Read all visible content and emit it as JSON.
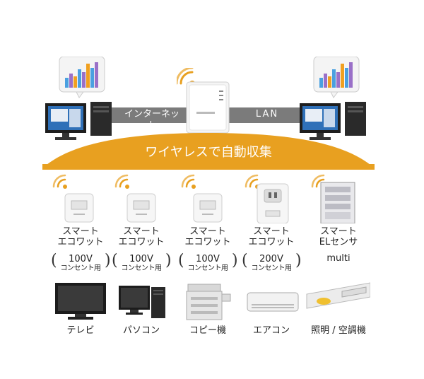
{
  "network": {
    "internet_label": "インターネット",
    "lan_label": "LAN",
    "banner_label": "ワイヤレスで自動収集"
  },
  "colors": {
    "accent_orange": "#e8a020",
    "bar_gray": "#7b7b7b",
    "chart_blue": "#4aa0e0",
    "chart_orange": "#f0a020",
    "chart_purple": "#9a70c8"
  },
  "devices": [
    {
      "name_line1": "スマート",
      "name_line2": "エコワット",
      "spec_value": "100V",
      "spec_sub": "コンセント用",
      "appliance": "テレビ"
    },
    {
      "name_line1": "スマート",
      "name_line2": "エコワット",
      "spec_value": "100V",
      "spec_sub": "コンセント用",
      "appliance": "パソコン"
    },
    {
      "name_line1": "スマート",
      "name_line2": "エコワット",
      "spec_value": "100V",
      "spec_sub": "コンセント用",
      "appliance": "コピー機"
    },
    {
      "name_line1": "スマート",
      "name_line2": "エコワット",
      "spec_value": "200V",
      "spec_sub": "コンセント用",
      "appliance": "エアコン"
    },
    {
      "name_line1": "スマート",
      "name_line2": "ELセンサ",
      "spec_value": "multi",
      "spec_sub": "",
      "appliance": "照明 / 空調機"
    }
  ]
}
